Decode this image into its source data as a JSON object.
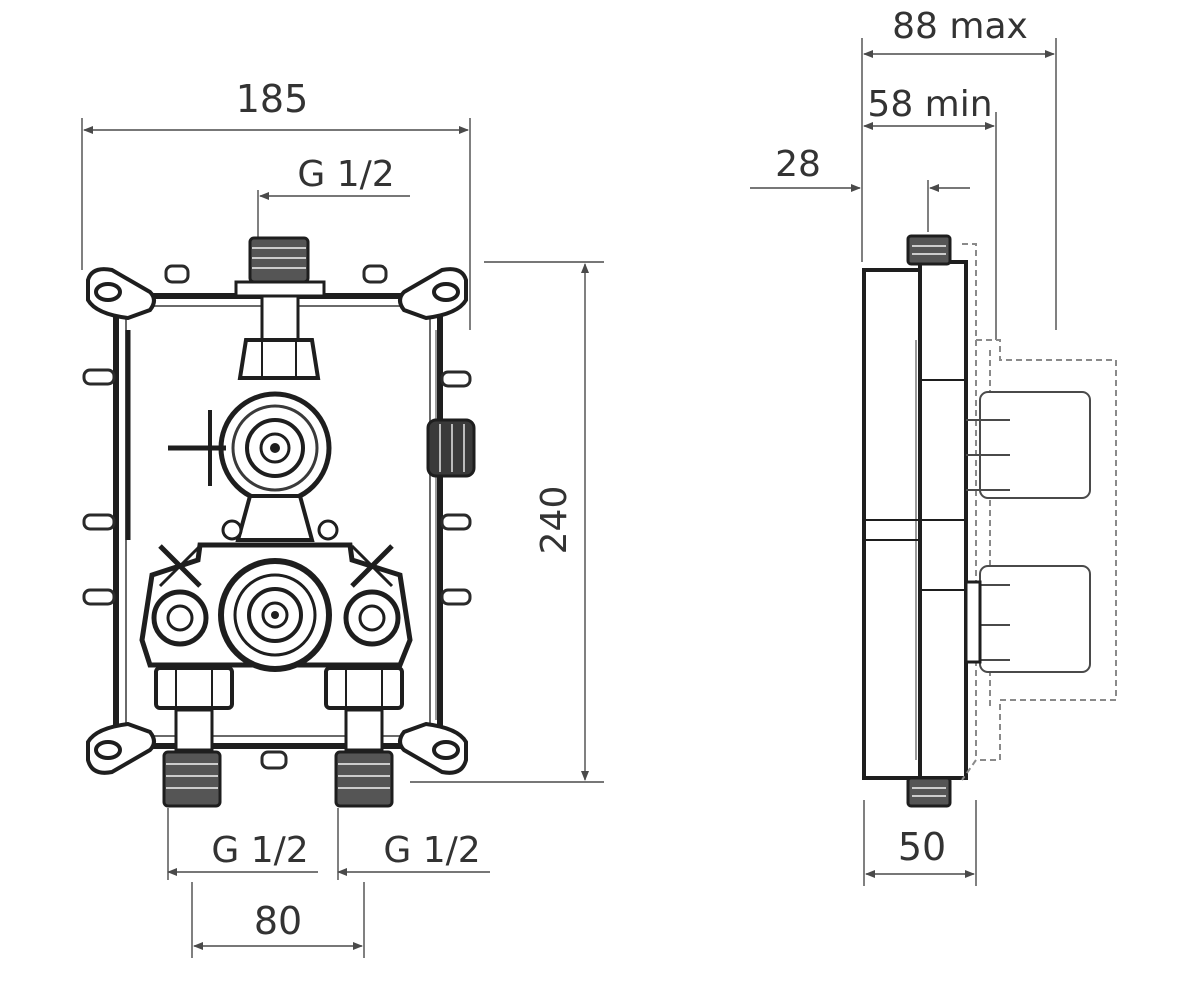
{
  "colors": {
    "line": "#4a4a4a",
    "dark": "#1e1e1e",
    "gray": "#9a9a9a",
    "light": "#d8d8d8",
    "text": "#333333"
  },
  "front_view": {
    "width_label": "185",
    "height_label": "240",
    "top_thread_label": "G 1/2",
    "bottom_left_thread_label": "G 1/2",
    "bottom_right_thread_label": "G 1/2",
    "spacing_label": "80"
  },
  "side_view": {
    "max_depth_label": "88 max",
    "min_depth_label": "58 min",
    "offset_label": "28",
    "body_depth_label": "50"
  }
}
